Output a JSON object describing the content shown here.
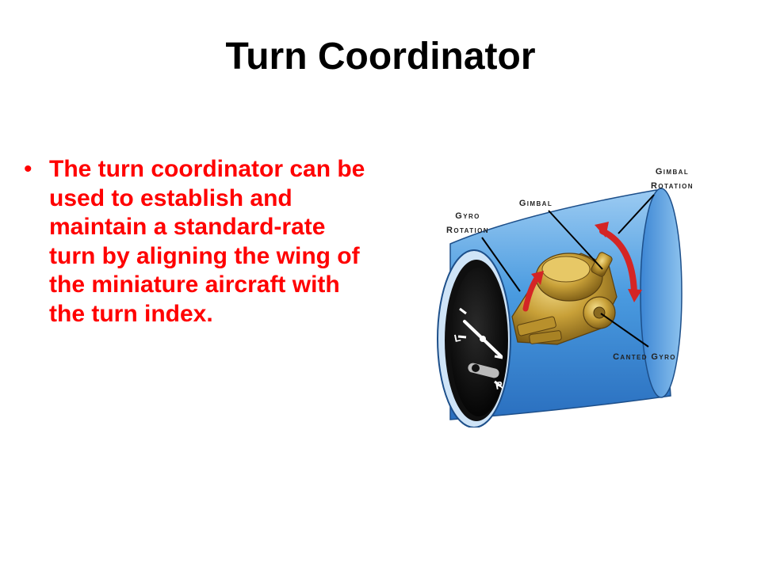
{
  "slide": {
    "title": "Turn Coordinator",
    "bullets": [
      "The turn coordinator can be used to establish and maintain a standard-rate turn by aligning the wing of the miniature aircraft with the turn index."
    ]
  },
  "figure": {
    "callouts": {
      "gimbal_rotation_line1": "Gimbal",
      "gimbal_rotation_line2": "Rotation",
      "gimbal": "Gimbal",
      "gyro_rotation_line1": "Gyro",
      "gyro_rotation_line2": "Rotation",
      "canted_gyro": "Canted Gyro"
    },
    "dial_labels": {
      "left": "L",
      "right": "R"
    }
  },
  "colors": {
    "text_red": "#ff0000",
    "cylinder_blue": "#4a9be0",
    "arrow_red": "#d42525",
    "gyro_gold": "#c8a038"
  }
}
